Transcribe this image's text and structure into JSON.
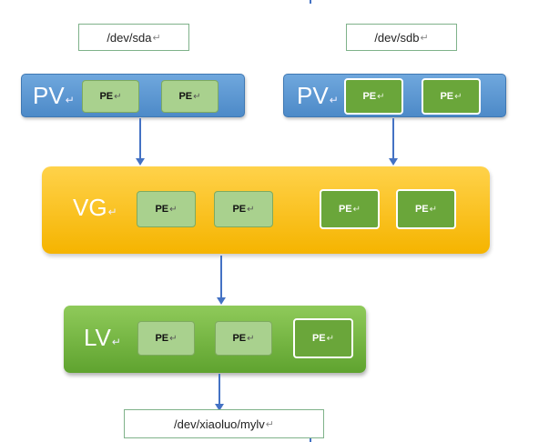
{
  "devices": {
    "sda": "/dev/sda",
    "sdb": "/dev/sdb",
    "lv_path": "/dev/xiaoluo/mylv"
  },
  "pv_left": {
    "label": "PV",
    "extents": [
      "PE",
      "PE"
    ]
  },
  "pv_right": {
    "label": "PV",
    "extents": [
      "PE",
      "PE"
    ]
  },
  "vg": {
    "label": "VG",
    "extents": [
      "PE",
      "PE",
      "PE",
      "PE"
    ]
  },
  "lv": {
    "label": "LV",
    "extents": [
      "PE",
      "PE",
      "PE"
    ]
  },
  "return_mark": "↵",
  "colors": {
    "pv": "#5b9bd5",
    "vg": "#ffc000",
    "lv": "#70ad47",
    "pe_light": "#a9d18e",
    "pe_dark": "#6aa63a",
    "arrow": "#4472c4"
  }
}
